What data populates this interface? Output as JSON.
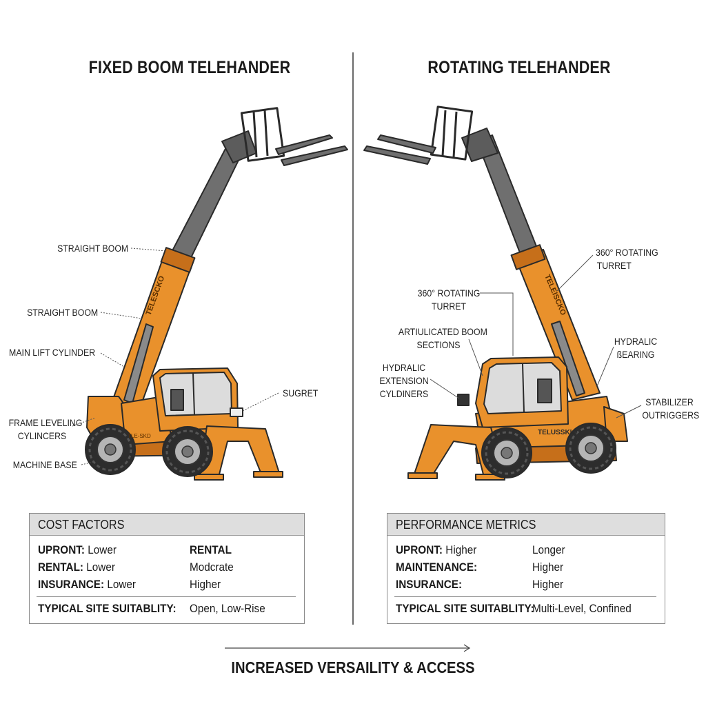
{
  "left_panel": {
    "title": "FIXED BOOM TELEHANDER",
    "callouts": {
      "straight_boom_upper": "STRAIGHT BOOM",
      "straight_boom_lower": "STRAIGHT BOOM",
      "main_lift_cylinder": "MAIN LIFT CYLINDER",
      "frame_leveling_line1": "FRAME LEVELING",
      "frame_leveling_line2": "CYLINCERS",
      "machine_base": "MACHINE BASE",
      "sugret": "SUGRET"
    },
    "boom_text": "TELESCKO",
    "body_text": "TLE-SKD"
  },
  "right_panel": {
    "title": "ROTATING TELEHANDER",
    "callouts": {
      "rotating_turret_right_line1": "360° ROTATING",
      "rotating_turret_right_line2": "TURRET",
      "rotating_turret_left_line1": "360° ROTATING",
      "rotating_turret_left_line2": "TURRET",
      "articulated_line1": "ARTIULICATED BOOM",
      "articulated_line2": "SECTIONS",
      "hydralic_ext_line1": "HYDRALIC",
      "hydralic_ext_line2": "EXTENSION",
      "hydralic_ext_line3": "CYLDINERS",
      "hydralic_bearing_line1": "HYDRALIC",
      "hydralic_bearing_line2": "ßEARING",
      "stabilizer_line1": "STABILIZER",
      "stabilizer_line2": "OUTRIGGERS"
    },
    "boom_text": "TELEISCKO",
    "body_text": "TELUSSKIO"
  },
  "cost_table": {
    "header": "COST FACTORS",
    "rows": [
      {
        "key": "UPRONT:",
        "val": "Lower",
        "right": "RENTAL"
      },
      {
        "key": "RENTAL:",
        "val": "Lower",
        "right": "Modcrate"
      },
      {
        "key": "INSURANCE:",
        "val": "Lower",
        "right": "Higher"
      }
    ],
    "suitability_label": "TYPICAL SITE SUITABLITY:",
    "suitability_value": "Open, Low-Rise"
  },
  "performance_table": {
    "header": "PERFORMANCE METRICS",
    "rows": [
      {
        "key": "UPRONT:",
        "val": "Higher",
        "right": "Longer"
      },
      {
        "key": "MAINTENANCE:",
        "val": "",
        "right": "Higher"
      },
      {
        "key": "INSURANCE:",
        "val": "",
        "right": "Higher"
      }
    ],
    "suitability_label": "TYPICAL SITE SUITABLITY:",
    "suitability_value": "Multi-Level, Confined"
  },
  "bottom_caption": "INCREASED VERSAILITY & ACCESS",
  "colors": {
    "machine_orange": "#e9912c",
    "orange_shade": "#c66f1a",
    "boom_gray": "#6f6f6f",
    "tire_dark": "#2d2d2d"
  }
}
